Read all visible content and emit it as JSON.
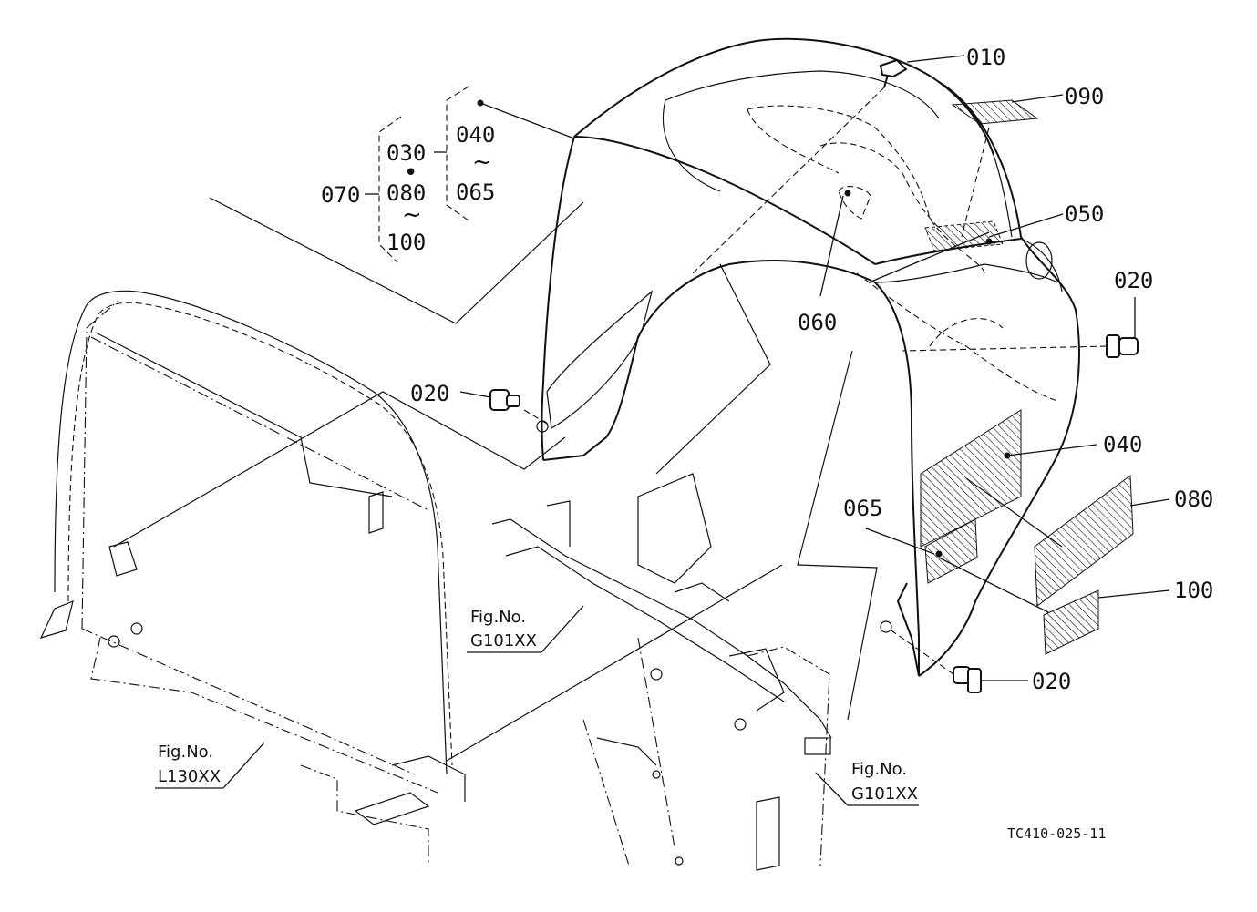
{
  "callouts": {
    "c010": "010",
    "c090": "090",
    "c050": "050",
    "c060": "060",
    "c020_right": "020",
    "c020_left": "020",
    "c020_bottom": "020",
    "c040_right": "040",
    "c080_right": "080",
    "c065_right": "065",
    "c100_right": "100"
  },
  "group": {
    "c070": "070",
    "c030": "030",
    "dot": "•",
    "c080": "080",
    "tilde1": "~",
    "c100": "100",
    "c040": "040",
    "tilde2": "~",
    "c065": "065"
  },
  "fig_refs": [
    {
      "title": "Fig.No.",
      "code": "G101XX"
    },
    {
      "title": "Fig.No.",
      "code": "L130XX"
    },
    {
      "title": "Fig.No.",
      "code": "G101XX"
    }
  ],
  "drawing_code": "TC410-025-11"
}
